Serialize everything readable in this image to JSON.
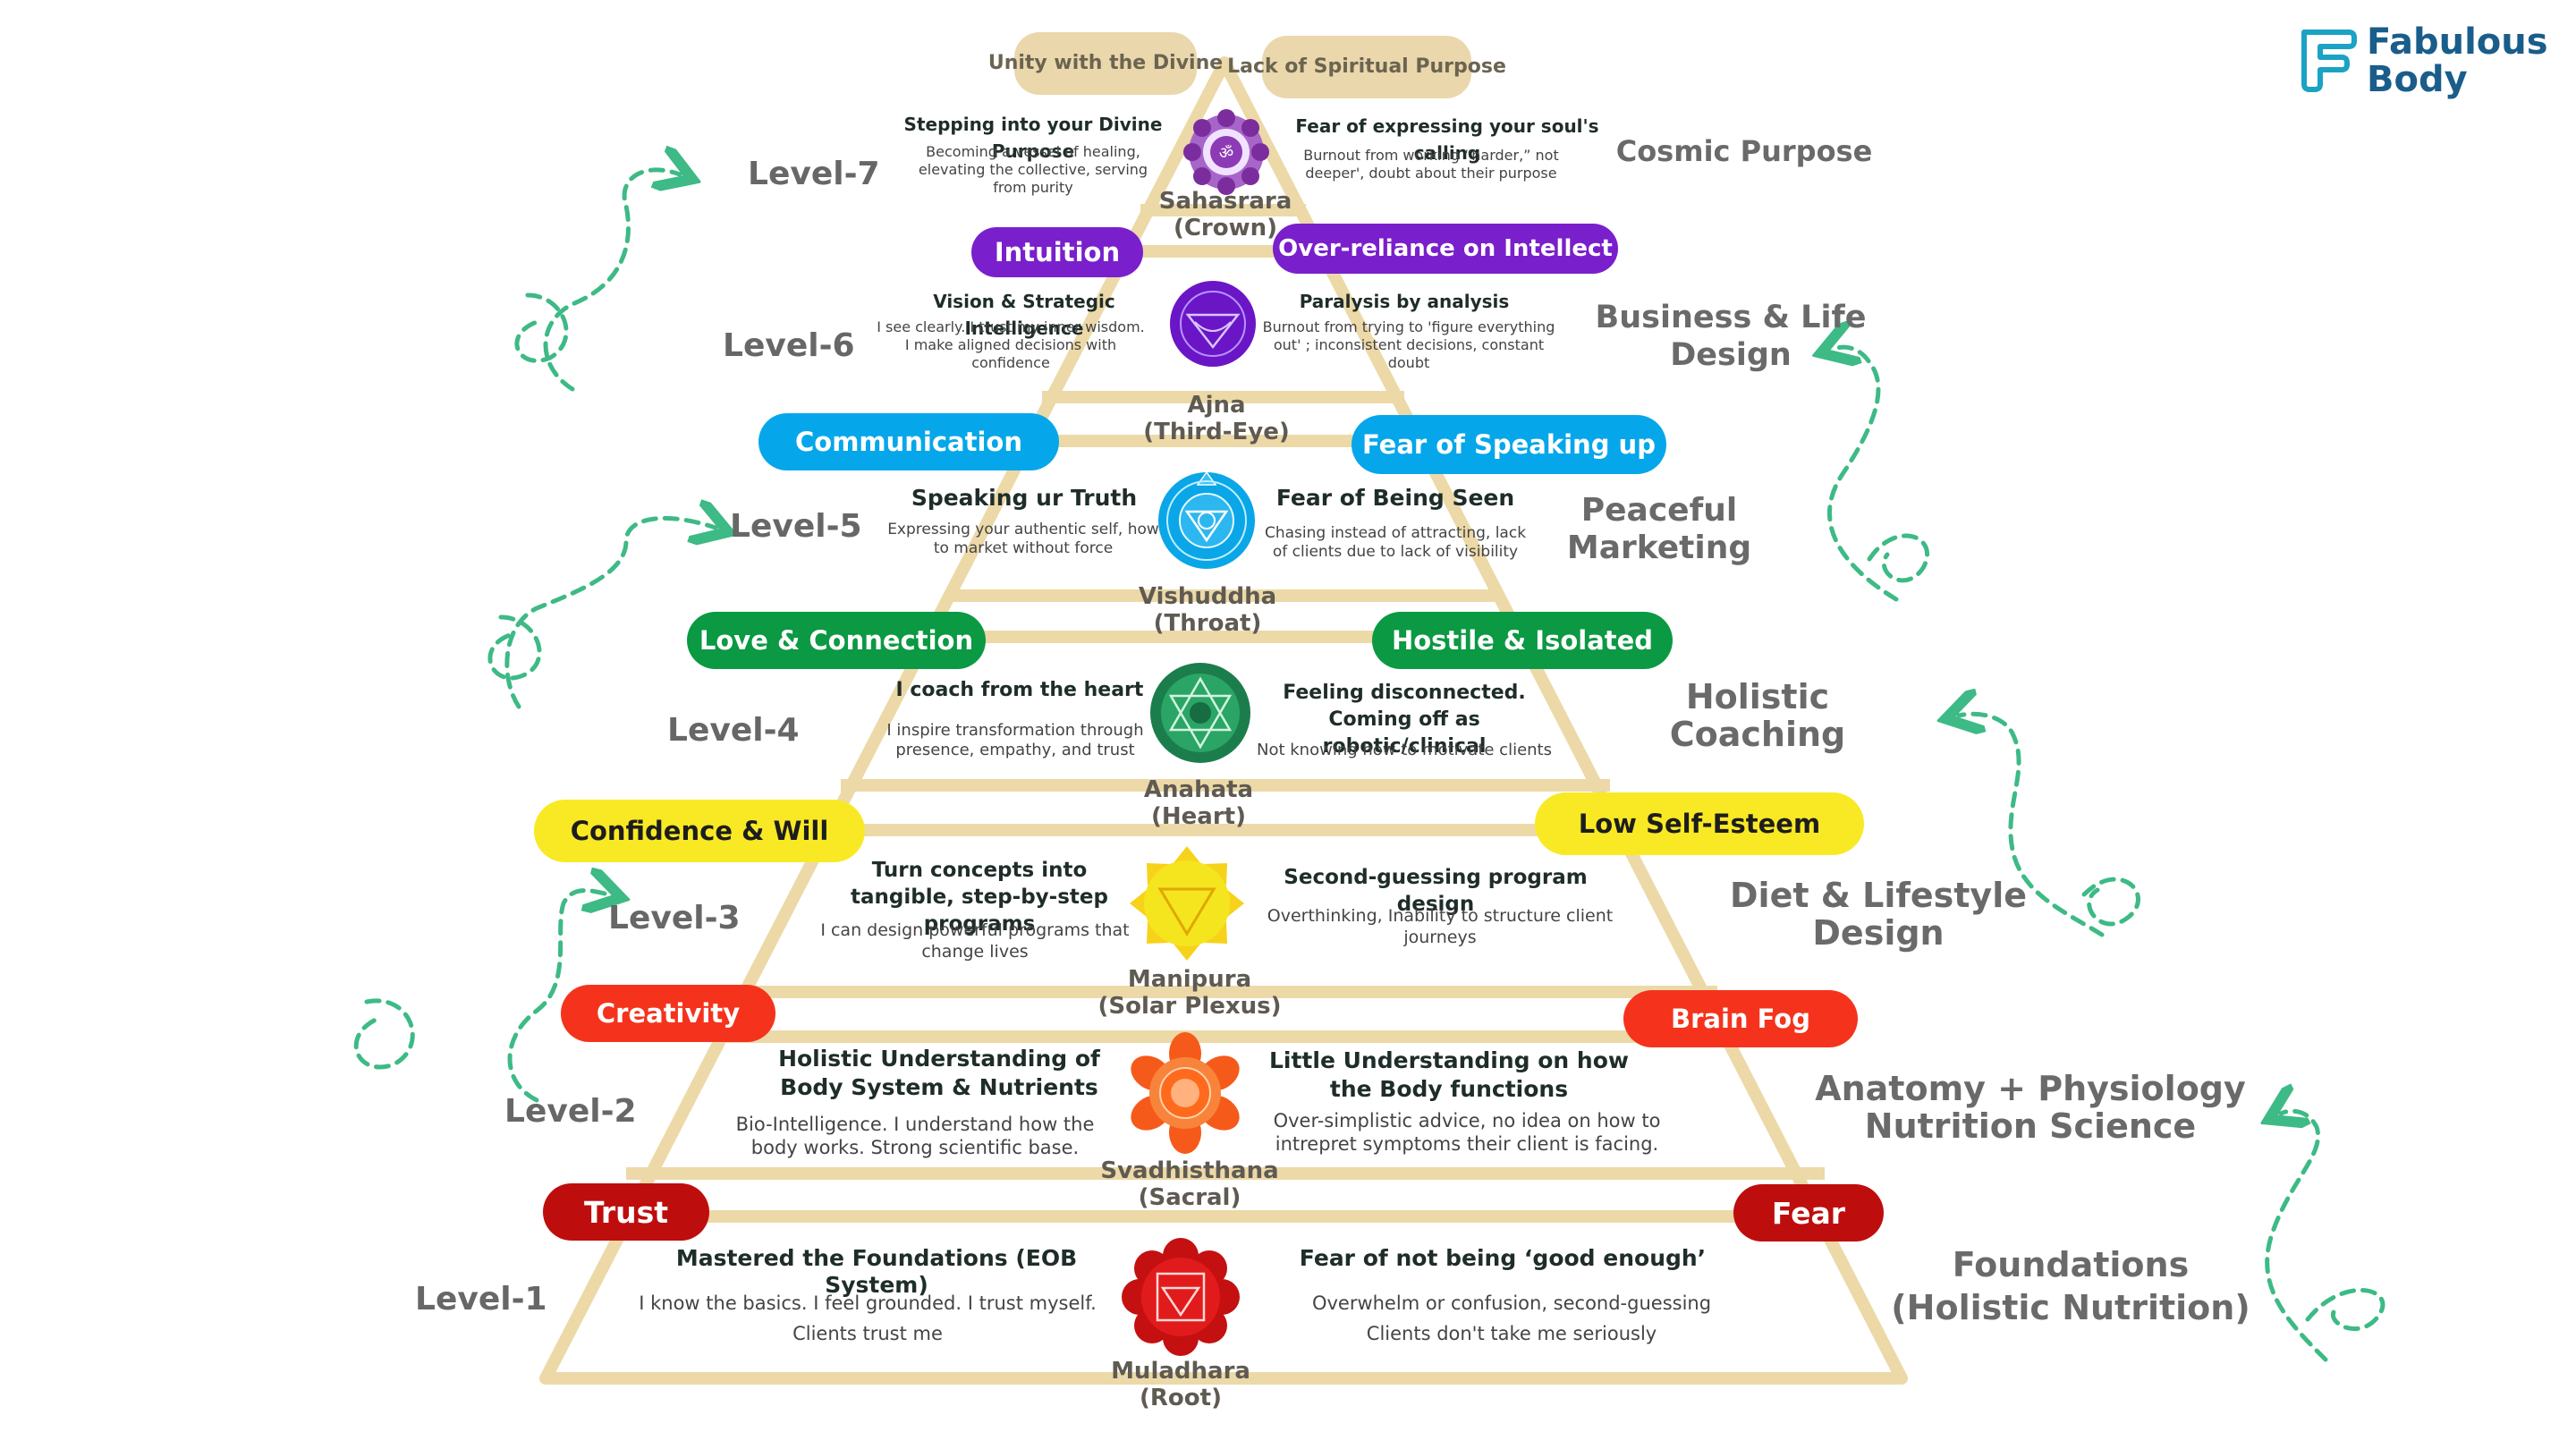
{
  "brand": {
    "name_line1": "Fabulous",
    "name_line2": "Body",
    "color": "#1aa3c4"
  },
  "colors": {
    "frame": "#ecd9a7",
    "crown": "#7b2d9e",
    "third_eye": "#6a16c7",
    "throat": "#0aa6e8",
    "heart": "#0b9943",
    "solar": "#f5e51f",
    "sacral": "#f5331c",
    "root": "#be0d0d",
    "arrows": "#3dba85"
  },
  "levels": [
    {
      "level_label": "Level-7",
      "domain": [
        "Cosmic Purpose"
      ],
      "positive_pill": "Unity with the Divine",
      "negative_pill": "Lack of Spiritual Purpose",
      "chakra_name": "Sahasrara",
      "chakra_sub": "(Crown)",
      "pos_heading": "Stepping into your Divine Purpose",
      "pos_text": "Becoming a vessel of healing, elevating the collective, serving from purity",
      "neg_heading": "Fear of expressing your soul's calling",
      "neg_text": "Burnout from working “harder,” not deeper', doubt about their purpose"
    },
    {
      "level_label": "Level-6",
      "domain": [
        "Business & Life",
        "Design"
      ],
      "positive_pill": "Intuition",
      "negative_pill": "Over-reliance on Intellect",
      "chakra_name": "Ajna",
      "chakra_sub": "(Third-Eye)",
      "pos_heading": "Vision & Strategic Intelligence",
      "pos_text": "I see clearly. I trust my inner wisdom. I make aligned decisions with confidence",
      "neg_heading": "Paralysis by analysis",
      "neg_text": "Burnout from trying to 'figure everything out' ; inconsistent decisions, constant doubt"
    },
    {
      "level_label": "Level-5",
      "domain": [
        "Peaceful",
        "Marketing"
      ],
      "positive_pill": "Communication",
      "negative_pill": "Fear of Speaking up",
      "chakra_name": "Vishuddha",
      "chakra_sub": "(Throat)",
      "pos_heading": "Speaking ur Truth",
      "pos_text": "Expressing your authentic self, how to market without force",
      "neg_heading": "Fear of Being Seen",
      "neg_text": "Chasing instead of attracting, lack of clients due to lack of visibility"
    },
    {
      "level_label": "Level-4",
      "domain": [
        "Holistic",
        "Coaching"
      ],
      "positive_pill": "Love & Connection",
      "negative_pill": "Hostile & Isolated",
      "chakra_name": "Anahata",
      "chakra_sub": "(Heart)",
      "pos_heading": "I coach from the heart",
      "pos_text": "I inspire transformation through presence, empathy, and trust",
      "neg_heading": "Feeling disconnected. Coming off as robotic/clinical",
      "neg_text": "Not knowing how to motivate clients"
    },
    {
      "level_label": "Level-3",
      "domain": [
        "Diet & Lifestyle",
        "Design"
      ],
      "positive_pill": "Confidence & Will",
      "negative_pill": "Low Self-Esteem",
      "chakra_name": "Manipura",
      "chakra_sub": "(Solar Plexus)",
      "pos_heading": "Turn concepts into tangible, step-by-step programs",
      "pos_text": "I can design powerful programs that change lives",
      "neg_heading": "Second-guessing program design",
      "neg_text": "Overthinking, Inability to structure client journeys"
    },
    {
      "level_label": "Level-2",
      "domain": [
        "Anatomy + Physiology",
        "Nutrition Science"
      ],
      "positive_pill": "Creativity",
      "negative_pill": "Brain Fog",
      "chakra_name": "Svadhisthana",
      "chakra_sub": "(Sacral)",
      "pos_heading": "Holistic Understanding of Body System & Nutrients",
      "pos_text": "Bio-Intelligence. I understand how the body works. Strong scientific base.",
      "neg_heading": "Little Understanding on how the Body functions",
      "neg_text": "Over-simplistic advice, no idea on how to intrepret symptoms their client is facing."
    },
    {
      "level_label": "Level-1",
      "domain": [
        "Foundations",
        "(Holistic Nutrition)"
      ],
      "positive_pill": "Trust",
      "negative_pill": "Fear",
      "chakra_name": "Muladhara",
      "chakra_sub": "(Root)",
      "pos_heading": "Mastered the Foundations (EOB System)",
      "pos_text": "I know the basics. I feel grounded. I trust myself. Clients trust me",
      "neg_heading": "Fear of not being ‘good enough’",
      "neg_text": "Overwhelm or confusion, second-guessing Clients don't take me seriously"
    }
  ]
}
